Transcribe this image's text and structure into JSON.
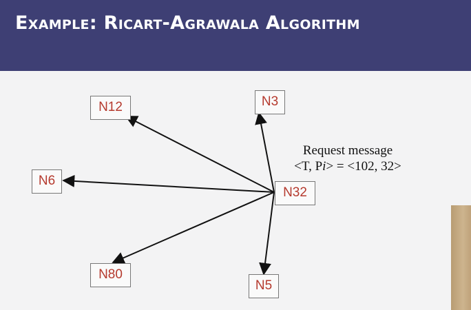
{
  "header": {
    "title": "Example: Ricart-Agrawala Algorithm",
    "background": "#3e3f74"
  },
  "diagram": {
    "nodes": {
      "n12": "N12",
      "n3": "N3",
      "n6": "N6",
      "n32": "N32",
      "n80": "N80",
      "n5": "N5"
    },
    "node_text_color": "#b53a2e",
    "message": {
      "line1": "Request message",
      "line2_prefix": "<T, P",
      "line2_italic": "i",
      "line2_suffix": "> = <102, 32>"
    },
    "edges": [
      {
        "from": "N32",
        "to": "N12"
      },
      {
        "from": "N32",
        "to": "N3"
      },
      {
        "from": "N32",
        "to": "N6"
      },
      {
        "from": "N32",
        "to": "N80"
      },
      {
        "from": "N32",
        "to": "N5"
      }
    ]
  }
}
